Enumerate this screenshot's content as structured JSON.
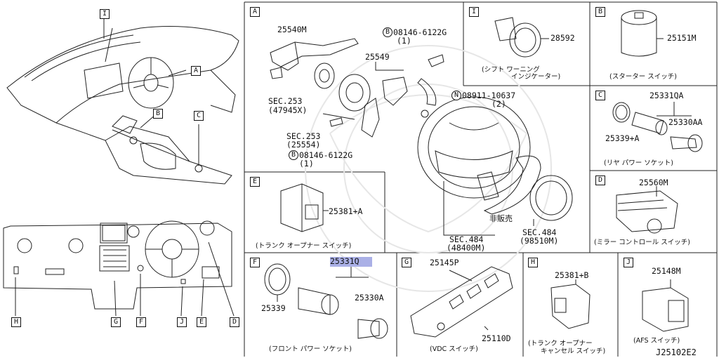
{
  "overview": {
    "callouts_top": [
      "I",
      "A",
      "B",
      "C"
    ],
    "callouts_bottom": [
      "H",
      "G",
      "F",
      "J",
      "E",
      "D"
    ]
  },
  "panels": {
    "A": {
      "letter": "A",
      "parts": {
        "p25540m": "25540M",
        "p08146_top": "08146-6122G",
        "p08146_top_qty": "(1)",
        "p25549": "25549",
        "sec253a": "SEC.253",
        "sec253a_ref": "(47945X)",
        "n08911": "08911-10637",
        "n08911_qty": "(2)",
        "sec253b": "SEC.253",
        "sec253b_ref": "(25554)",
        "p08146_bot": "08146-6122G",
        "p08146_bot_qty": "(1)",
        "not_sold": "非販売",
        "sec484a": "SEC.484",
        "sec484a_ref": "(48400M)",
        "sec484b": "SEC.484",
        "sec484b_ref": "(98510M)"
      },
      "bolt_marker_b": "B",
      "nut_marker_n": "N"
    },
    "I": {
      "letter": "I",
      "part": "28592",
      "caption_1": "(シフト ワーニング",
      "caption_2": "インジケーター)"
    },
    "B": {
      "letter": "B",
      "part": "25151M",
      "caption": "(スターター スイッチ)"
    },
    "C": {
      "letter": "C",
      "part_a": "25331QA",
      "part_b": "25330AA",
      "part_c": "25339+A",
      "caption": "(リヤ パワー ソケット)"
    },
    "D": {
      "letter": "D",
      "part": "25560M",
      "caption": "(ミラー コントロール スイッチ)"
    },
    "E": {
      "letter": "E",
      "part": "25381+A",
      "caption": "(トランク オープナー スイッチ)"
    },
    "F": {
      "letter": "F",
      "part_a": "25331Q",
      "part_b": "25339",
      "part_c": "25330A",
      "caption": "(フロント パワー ソケット)"
    },
    "G": {
      "letter": "G",
      "part_a": "25145P",
      "part_b": "25110D",
      "caption": "(VDC スイッチ)"
    },
    "H": {
      "letter": "H",
      "part": "25381+B",
      "caption_1": "(トランク オープナー",
      "caption_2": "キャンセル スイッチ)"
    },
    "J": {
      "letter": "J",
      "part": "25148M",
      "caption": "(AFS スイッチ)"
    }
  },
  "diagram_id": "J25102E2"
}
